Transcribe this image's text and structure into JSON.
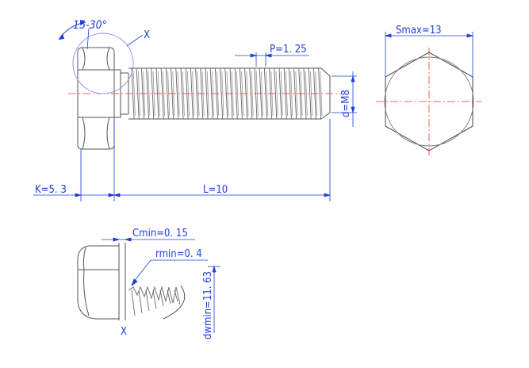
{
  "colors": {
    "outline": "#555555",
    "dimension": "#1f3fd6",
    "centerline": "#ff3030",
    "thread": "#666666"
  },
  "annotations": {
    "angle": "15-30°",
    "detail_marker": "X",
    "pitch": "P=1. 25",
    "diameter": "d=M8",
    "head_height": "K=5. 3",
    "length": "L=10",
    "across_flats": "Smax=13",
    "chamfer_min": "Cmin=0. 15",
    "radius_min": "rmin=0. 4",
    "bearing_dia_min": "dwmin=11. 63",
    "detail_label": "X"
  }
}
